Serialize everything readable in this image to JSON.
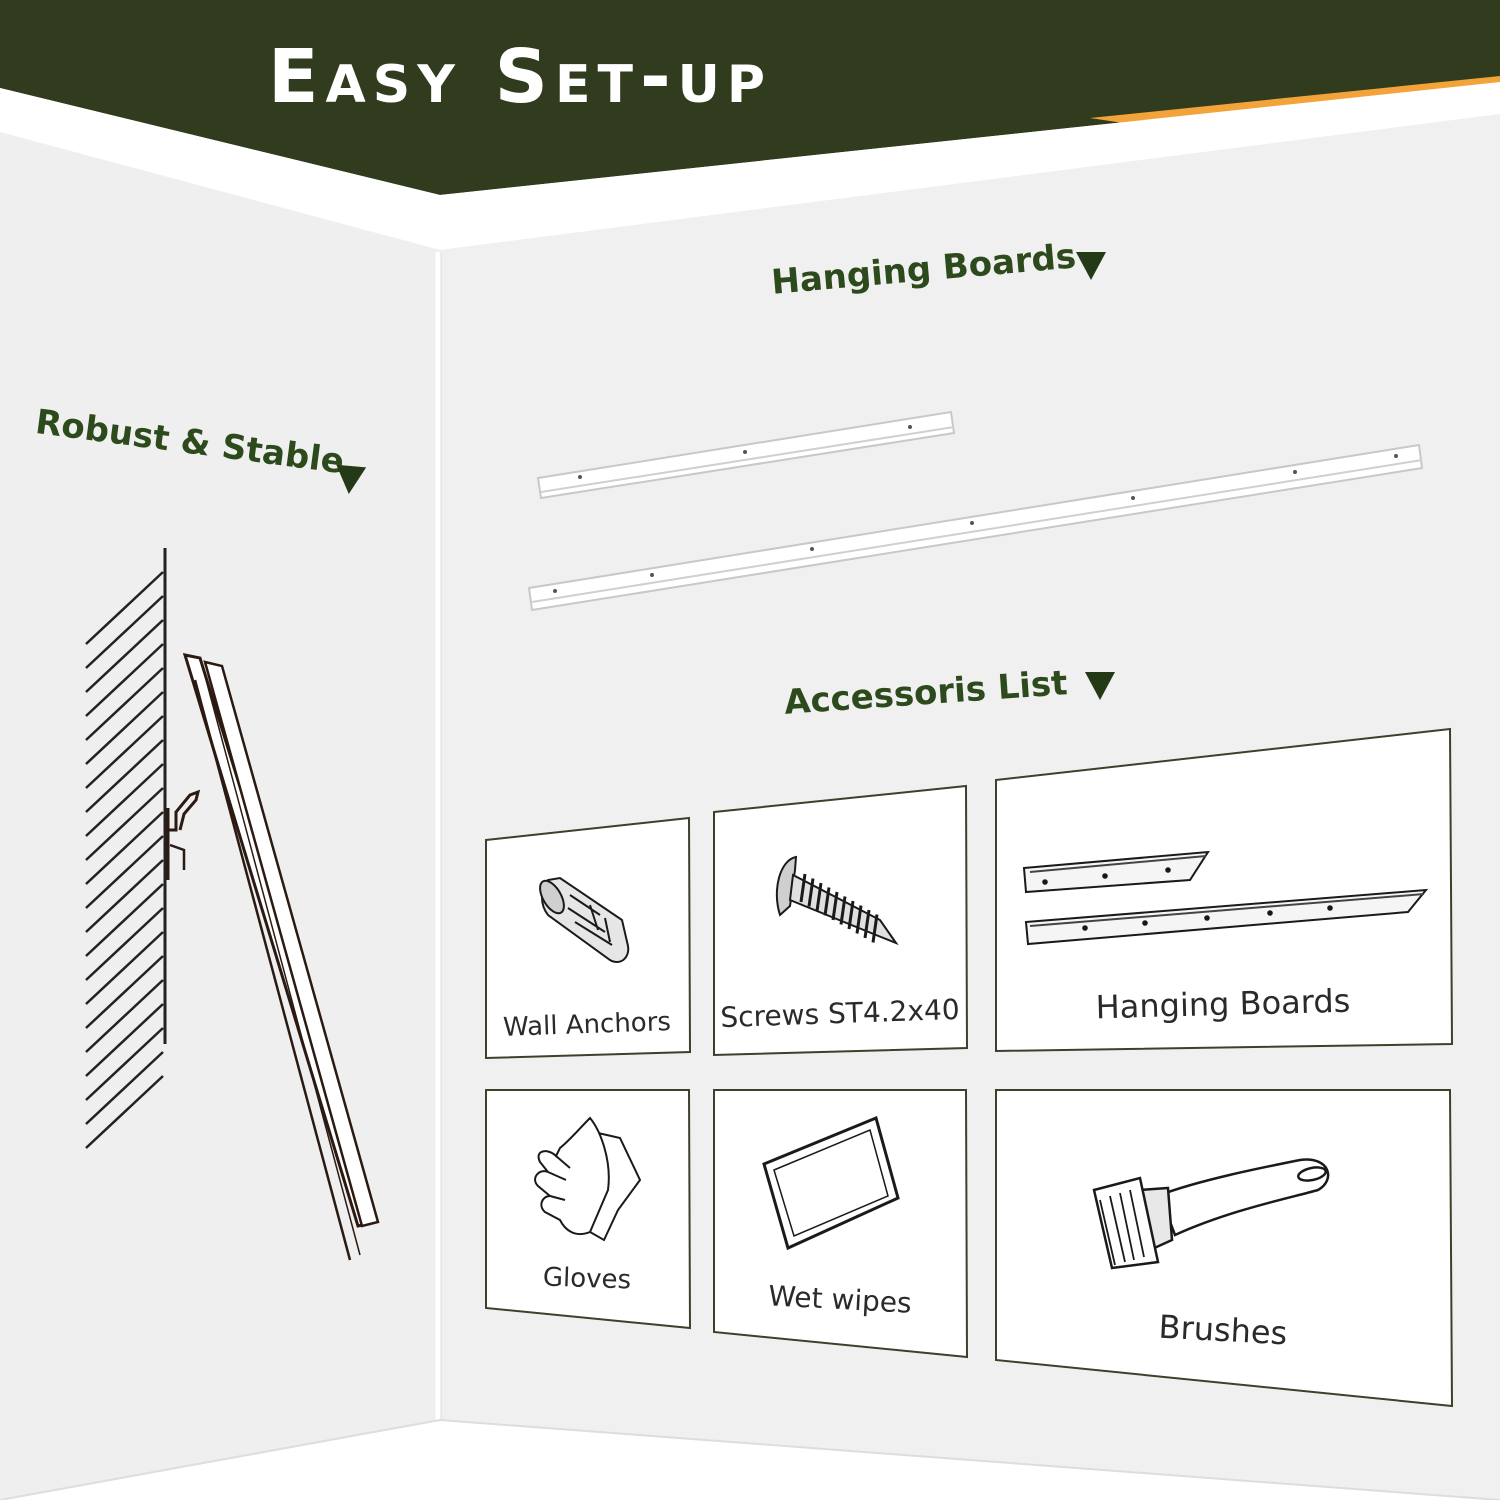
{
  "banner": {
    "title": "Easy Set-up",
    "background_color": "#313c1e",
    "accent_color": "#f2a33a"
  },
  "left_section": {
    "heading": "Robust & Stable"
  },
  "hanging_boards_section": {
    "heading": "Hanging Boards"
  },
  "accessories": {
    "heading": "Accessoris List",
    "items": [
      {
        "label": "Wall Anchors",
        "icon": "wall-anchor-icon"
      },
      {
        "label": "Screws ST4.2x40",
        "icon": "screw-icon"
      },
      {
        "label": "Hanging Boards",
        "icon": "hanging-boards-icon"
      },
      {
        "label": "Gloves",
        "icon": "gloves-icon"
      },
      {
        "label": "Wet wipes",
        "icon": "wet-wipes-icon"
      },
      {
        "label": "Brushes",
        "icon": "brush-icon"
      }
    ]
  },
  "colors": {
    "heading_green": "#2d4a1c",
    "wall_grey": "#efefef"
  }
}
